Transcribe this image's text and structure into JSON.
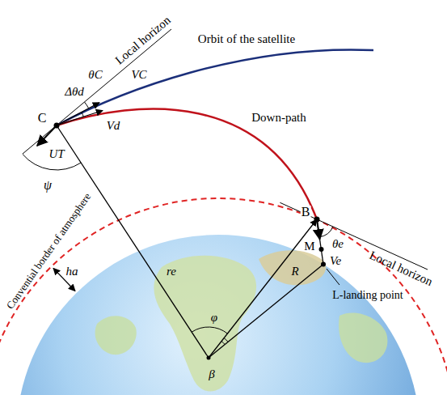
{
  "diagram": {
    "labels": [
      "Local horizon",
      "θC",
      "Δθd",
      "VC",
      "Vd",
      "Orbit of the satellite",
      "C",
      "UT",
      "ψ",
      "Down-path",
      "Convential border of atmosphere",
      "ha",
      "re",
      "φ",
      "β",
      "B",
      "θe",
      "M",
      "Ve",
      "R",
      "L-landing point",
      "Local horizon"
    ]
  }
}
